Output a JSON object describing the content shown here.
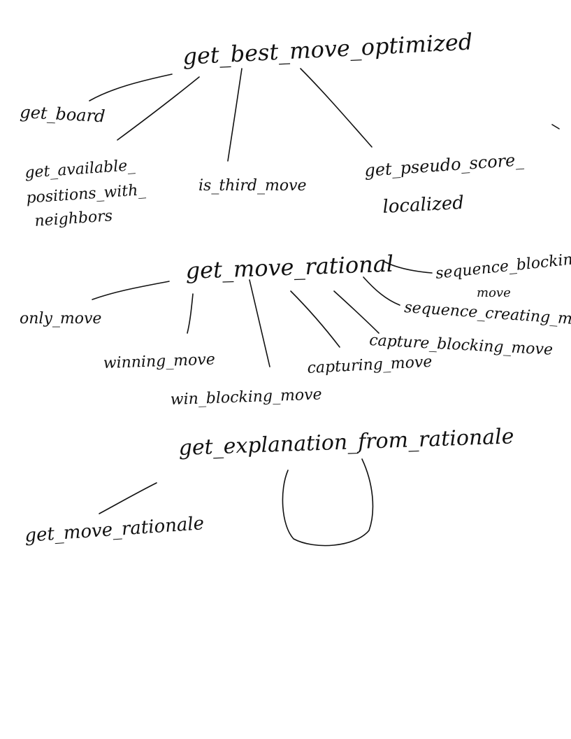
{
  "diagram": {
    "ink_color": "#111111",
    "background": "#ffffff",
    "groups": [
      {
        "root": "get_best_move_optimized",
        "children": [
          "get_board",
          "get_available_positions_with_neighbors",
          "is_third_move",
          "get_pseudo_score_localized"
        ]
      },
      {
        "root": "get_move_rational",
        "children": [
          "only_move",
          "winning_move",
          "win_blocking_move",
          "capturing_move",
          "capture_blocking_move",
          "sequence_creating_move",
          "sequence_blocking_move"
        ]
      },
      {
        "root": "get_explanation_from_rationale",
        "children": [
          "get_move_rationale"
        ],
        "self_loop": true
      }
    ],
    "labels": {
      "get_best_move_optimized": "get_best_move_optimized",
      "get_board": "get_board",
      "get_available_positions_with_neighbors_1": "get_available_",
      "get_available_positions_with_neighbors_2": "positions_with_",
      "get_available_positions_with_neighbors_3": "neighbors",
      "is_third_move": "is_third_move",
      "get_pseudo_score_localized_1": "get_pseudo_score_",
      "get_pseudo_score_localized_2": "localized",
      "get_move_rational": "get_move_rational",
      "only_move": "only_move",
      "winning_move": "winning_move",
      "win_blocking_move": "win_blocking_move",
      "capturing_move": "capturing_move",
      "capture_blocking_move": "capture_blocking_move",
      "sequence_creating_move": "sequence_creating_move",
      "sequence_blocking_move_1": "sequence_blocking",
      "sequence_blocking_move_2": "move",
      "get_explanation_from_rationale": "get_explanation_from_rationale",
      "get_move_rationale": "get_move_rationale"
    }
  }
}
